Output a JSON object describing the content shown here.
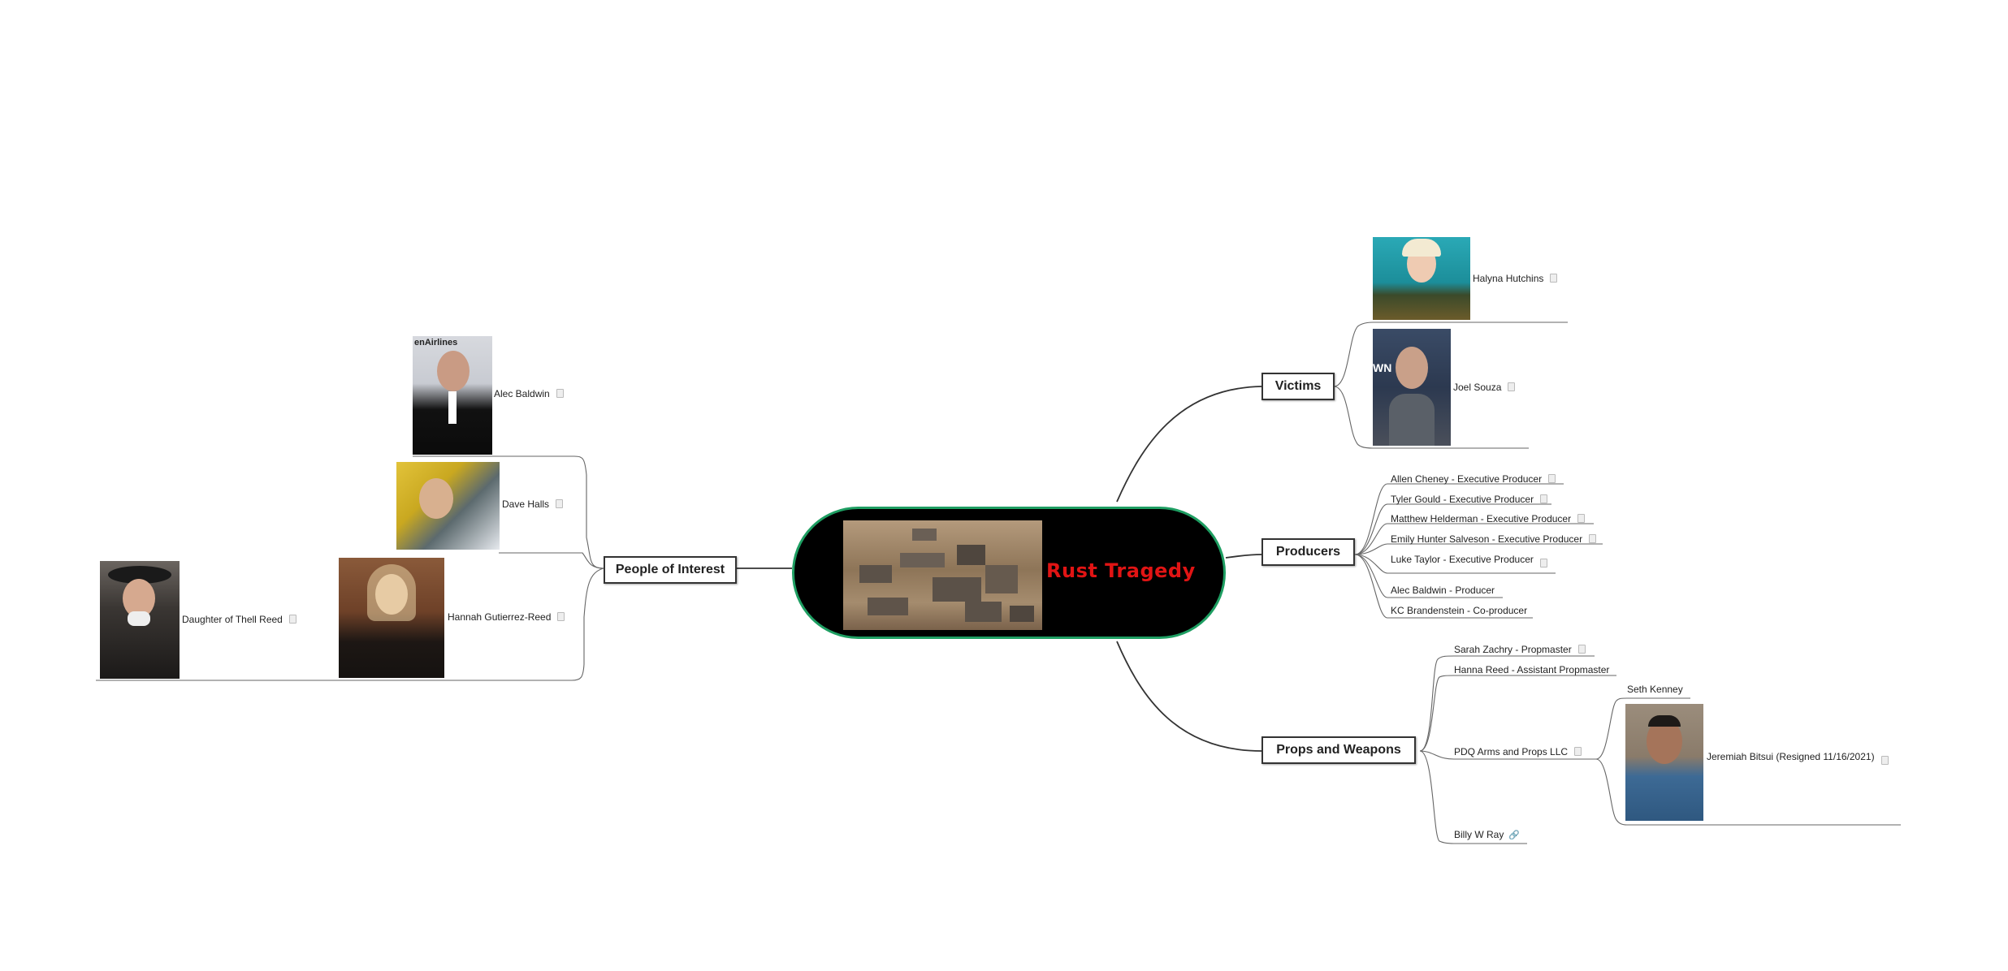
{
  "central": {
    "title": "Rust Tragedy",
    "photo_icon": "aerial-set-photo"
  },
  "branches": {
    "people": {
      "label": "People of Interest",
      "items": {
        "alec": "Alec Baldwin",
        "dave": "Dave Halls",
        "hannah": "Hannah Gutierrez-Reed",
        "thell": "Daughter of Thell Reed"
      }
    },
    "victims": {
      "label": "Victims",
      "items": {
        "halyna": "Halyna Hutchins",
        "joel": "Joel Souza"
      }
    },
    "producers": {
      "label": "Producers",
      "items": [
        "Allen Cheney - Executive Producer",
        "Tyler Gould - Executive Producer",
        "Matthew Helderman - Executive Producer",
        "Emily Hunter Salveson - Executive Producer",
        "Luke Taylor - Executive Producer",
        "Alec Baldwin - Producer",
        "KC Brandenstein - Co-producer"
      ]
    },
    "props": {
      "label": "Props and Weapons",
      "items": {
        "sarah": "Sarah Zachry - Propmaster",
        "hanna": "Hanna Reed - Assistant Propmaster",
        "pdq": "PDQ Arms and Props LLC",
        "seth": "Seth Kenney",
        "jeremiah": "Jeremiah Bitsui (Resigned 11/16/2021)",
        "billy": "Billy W Ray"
      }
    }
  },
  "photo_text": {
    "alec_sign": "enAirlines",
    "joel_sign": "WN"
  },
  "colors": {
    "central_bg": "#000000",
    "central_border": "#1e9e62",
    "central_title": "#e11414",
    "line": "#333333"
  }
}
